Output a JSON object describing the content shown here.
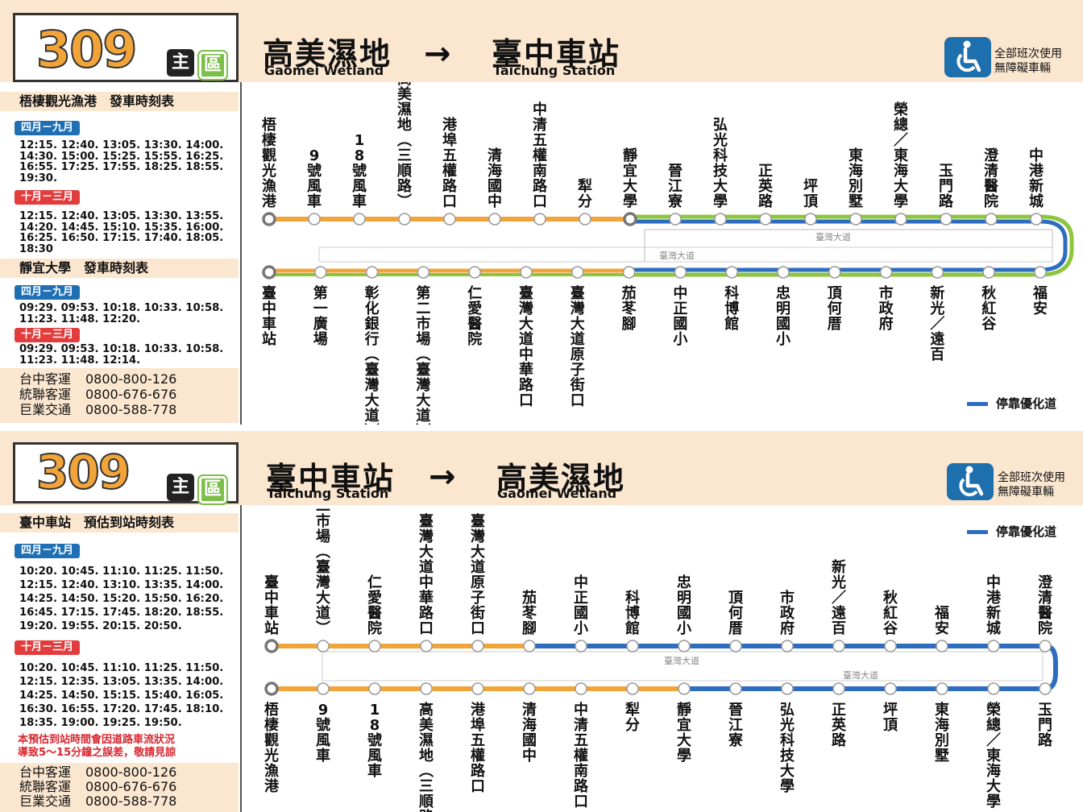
{
  "colors": {
    "orange": "#f0a43a",
    "blue": "#2e6cc0",
    "green": "#8cc63e",
    "header_bg": "#fbe6cf"
  },
  "top": {
    "route_no": "309",
    "tag_main": "主",
    "tag_zone": "區",
    "from_zh": "高美濕地",
    "from_en": "Gaomei Wetland",
    "to_zh": "臺中車站",
    "to_en": "Taichung Station",
    "arrow": "→",
    "access_icon": "wheelchair-icon",
    "access_l1": "全部班次使用",
    "access_l2": "無障礙車輛",
    "sched1_title": "梧棲觀光漁港　發車時刻表",
    "sched1_s1": "四月－九月",
    "sched1_t1": "12:15. 12:40. 13:05. 13:30. 14:00.\n14:30. 15:00. 15:25. 15:55. 16:25.\n16:55. 17:25. 17:55. 18:25. 18:55.\n19:30.",
    "sched1_s2": "十月－三月",
    "sched1_t2": "12:15. 12:40. 13:05. 13:30. 13:55.\n14:20. 14:45. 15:10. 15:35. 16:00.\n16:25. 16:50. 17:15. 17:40. 18:05.\n18:30",
    "sched2_title": "靜宜大學　發車時刻表",
    "sched2_s1": "四月－九月",
    "sched2_t1": "09:29. 09:53. 10:18. 10:33. 10:58.\n11:23. 11:48. 12:20.",
    "sched2_s2": "十月－三月",
    "sched2_t2": "09:29. 09:53. 10:18. 10:33. 10:58.\n11:23. 11:48. 12:14.",
    "contacts": [
      {
        "name": "台中客運",
        "phone": "0800-800-126"
      },
      {
        "name": "統聯客運",
        "phone": "0800-676-676"
      },
      {
        "name": "巨業交通",
        "phone": "0800-588-778"
      }
    ],
    "legend": "停靠優化道",
    "road_label_1": "臺灣大道",
    "road_label_2": "臺灣大道",
    "row1_stops": [
      "梧棲觀光漁港",
      "9號風車",
      "18號風車",
      "高美濕地(三順路)",
      "港埠五權路口",
      "清海國中",
      "中清五權南路口",
      "犁分",
      "靜宜大學",
      "晉江寮",
      "弘光科技大學",
      "正英路",
      "坪頂",
      "東海別墅",
      "榮總/東海大學",
      "玉門路",
      "澄清醫院",
      "中港新城"
    ],
    "row2_stops": [
      "臺中車站",
      "第一廣場",
      "彰化銀行(臺灣大道)",
      "第二市場(臺灣大道)",
      "仁愛醫院",
      "臺灣大道中華路口",
      "臺灣大道原子街口",
      "茄苳腳",
      "中正國小",
      "科博館",
      "忠明國小",
      "頂何厝",
      "市政府",
      "新光/遠百",
      "秋紅谷",
      "福安"
    ]
  },
  "bottom": {
    "route_no": "309",
    "tag_main": "主",
    "tag_zone": "區",
    "from_zh": "臺中車站",
    "from_en": "Taichung Station",
    "to_zh": "高美濕地",
    "to_en": "Gaomei Wetland",
    "arrow": "→",
    "access_icon": "wheelchair-icon",
    "access_l1": "全部班次使用",
    "access_l2": "無障礙車輛",
    "sched_title": "臺中車站　預估到站時刻表",
    "sched_s1": "四月－九月",
    "sched_t1": "10:20. 10:45. 11:10. 11:25. 11:50.\n12:15. 12:40. 13:10. 13:35. 14:00.\n14:25. 14:50. 15:20. 15:50. 16:20.\n16:45. 17:15. 17:45. 18:20. 18:55.\n19:20. 19:55. 20:15. 20:50.",
    "sched_s2": "十月－三月",
    "sched_t2": "10:20. 10:45. 11:10. 11:25. 11:50.\n12:15. 12:35. 13:05. 13:35. 14:00.\n14:25. 14:50. 15:15. 15:40. 16:05.\n16:30. 16:55. 17:20. 17:45. 18:10.\n18:35. 19:00. 19:25. 19:50.",
    "note_l1": "本預估到站時間會因道路車流狀況",
    "note_l2": "導致5～15分鐘之誤差，敬請見諒",
    "contacts": [
      {
        "name": "台中客運",
        "phone": "0800-800-126"
      },
      {
        "name": "統聯客運",
        "phone": "0800-676-676"
      },
      {
        "name": "巨業交通",
        "phone": "0800-588-778"
      }
    ],
    "legend": "停靠優化道",
    "road_label_1": "臺灣大道",
    "road_label_2": "臺灣大道",
    "row1_stops": [
      "臺中車站",
      "第二市場(臺灣大道)",
      "仁愛醫院",
      "臺灣大道中華路口",
      "臺灣大道原子街口",
      "茄苳腳",
      "中正國小",
      "科博館",
      "忠明國小",
      "頂何厝",
      "市政府",
      "新光/遠百",
      "秋紅谷",
      "福安",
      "中港新城",
      "澄清醫院"
    ],
    "row2_stops": [
      "梧棲觀光漁港",
      "9號風車",
      "18號風車",
      "高美濕地(三順路)",
      "港埠五權路口",
      "清海國中",
      "中清五權南路口",
      "犁分",
      "靜宜大學",
      "晉江寮",
      "弘光科技大學",
      "正英路",
      "坪頂",
      "東海別墅",
      "榮總/東海大學",
      "玉門路"
    ]
  }
}
